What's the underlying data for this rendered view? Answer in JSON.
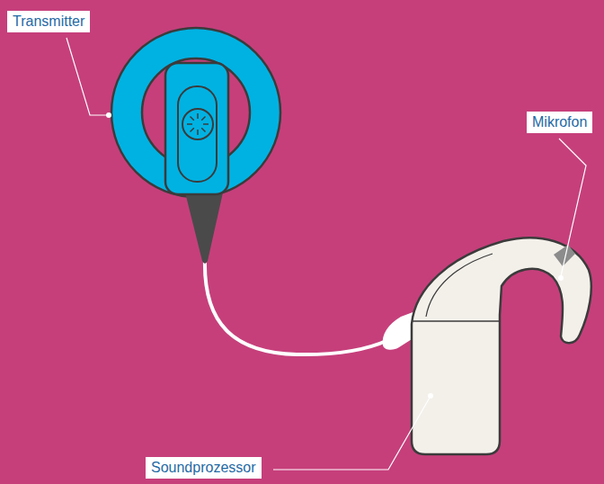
{
  "diagram": {
    "labels": [
      "Transmitter",
      "Mikrofon",
      "Soundprozessor"
    ]
  }
}
